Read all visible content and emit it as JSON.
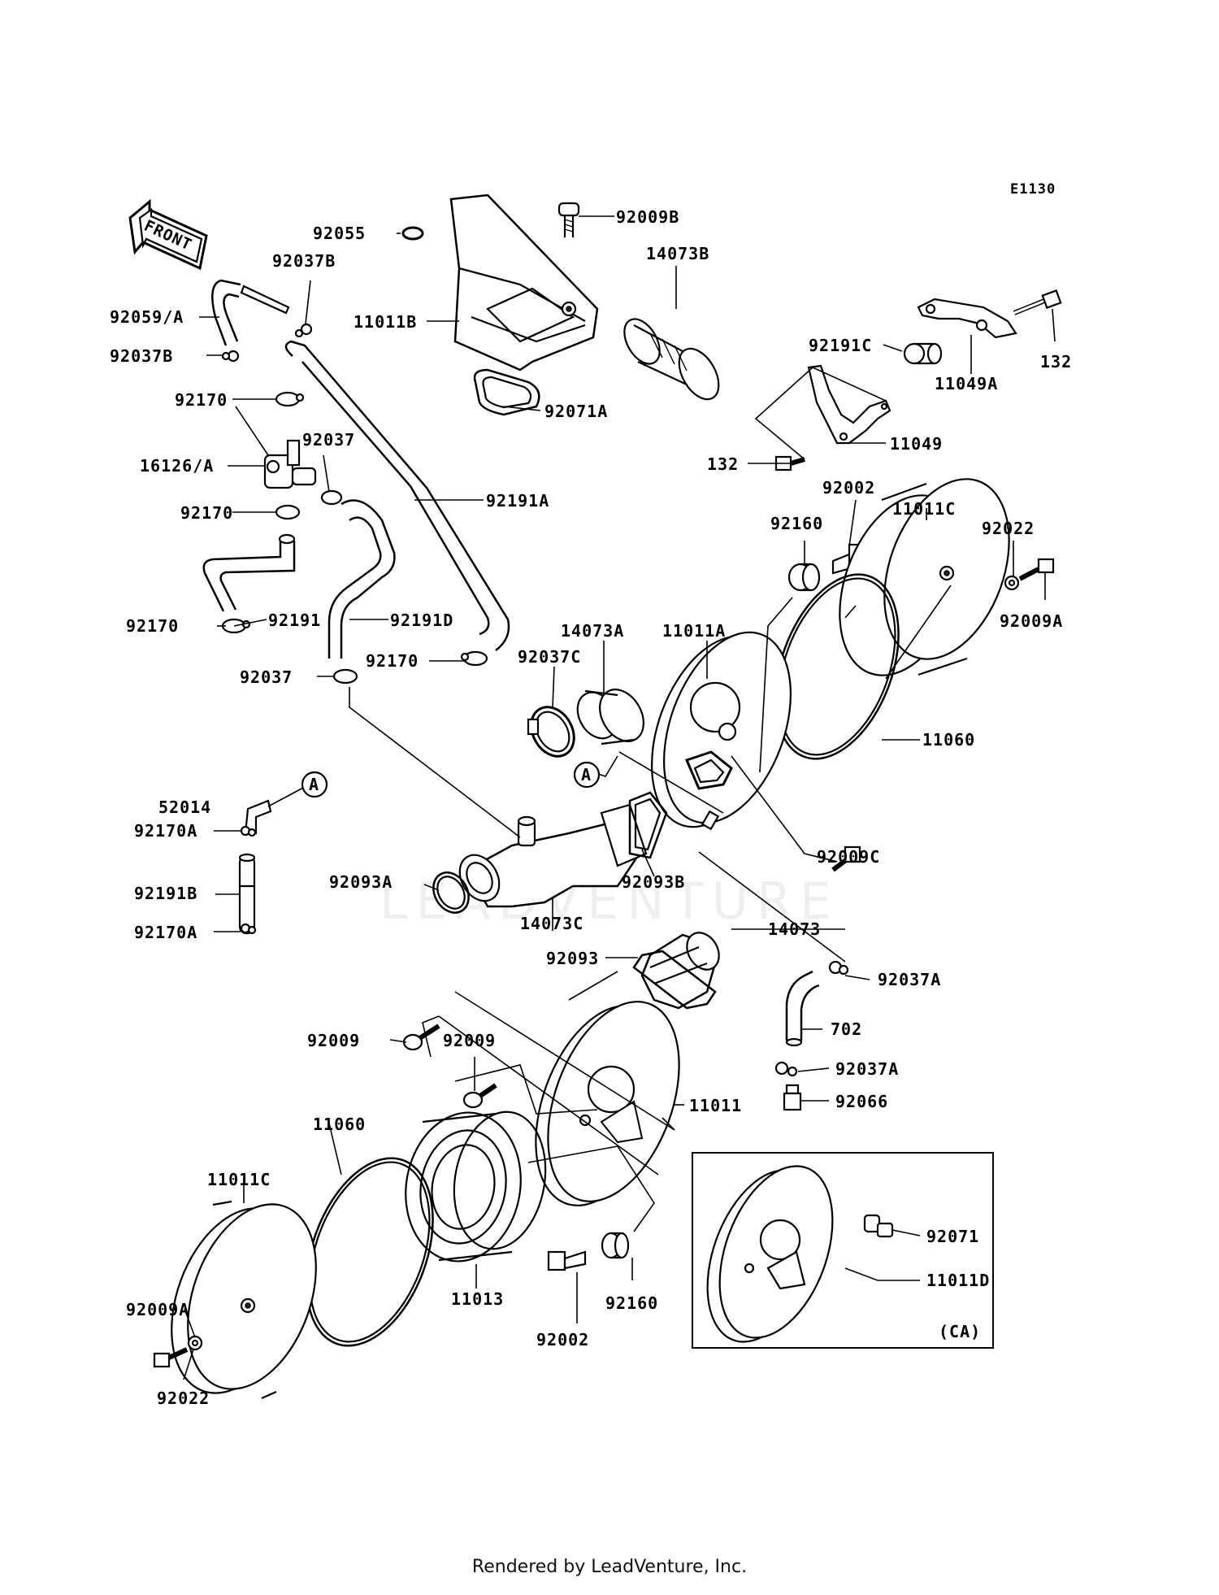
{
  "diagram_code": "E1130",
  "front_arrow_text": "FRONT",
  "marker_a": "A",
  "ca_box_label": "(CA)",
  "watermark": "LEADVENTURE",
  "footer": "Rendered by LeadVenture, Inc.",
  "labels": {
    "p92055": "92055",
    "p92009B": "92009B",
    "p92037B_top": "92037B",
    "p92059A": "92059/A",
    "p11011B": "11011B",
    "p14073B": "14073B",
    "p92037B_mid": "92037B",
    "p92170_1": "92170",
    "p92071A": "92071A",
    "p92191C": "92191C",
    "p132_right": "132",
    "p11049A": "11049A",
    "p16126A": "16126/A",
    "p92037_top": "92037",
    "p132_left": "132",
    "p11049": "11049",
    "p92191A": "92191A",
    "p92170_2": "92170",
    "p92002_top": "92002",
    "p11011C_top": "11011C",
    "p92160_top": "92160",
    "p92022_top": "92022",
    "p92191": "92191",
    "p92191D": "92191D",
    "p92009A_top": "92009A",
    "p92170_3": "92170",
    "p92170_4": "92170",
    "p14073A": "14073A",
    "p11011A": "11011A",
    "p92037C": "92037C",
    "p92037_mid": "92037",
    "p11060_top": "11060",
    "p52014": "52014",
    "p92170A_1": "92170A",
    "p92009C": "92009C",
    "p92093A": "92093A",
    "p92093B": "92093B",
    "p92191B": "92191B",
    "p14073C": "14073C",
    "p92170A_2": "92170A",
    "p14073": "14073",
    "p92093": "92093",
    "p92037A_1": "92037A",
    "p92009_left": "92009",
    "p92009_mid": "92009",
    "p702": "702",
    "p92037A_2": "92037A",
    "p92066": "92066",
    "p11011": "11011",
    "p11060_bot": "11060",
    "p11011C_bot": "11011C",
    "p92071": "92071",
    "p11011D": "11011D",
    "p11013": "11013",
    "p92009A_bot": "92009A",
    "p92160_bot": "92160",
    "p92002_bot": "92002",
    "p92022_bot": "92022"
  }
}
